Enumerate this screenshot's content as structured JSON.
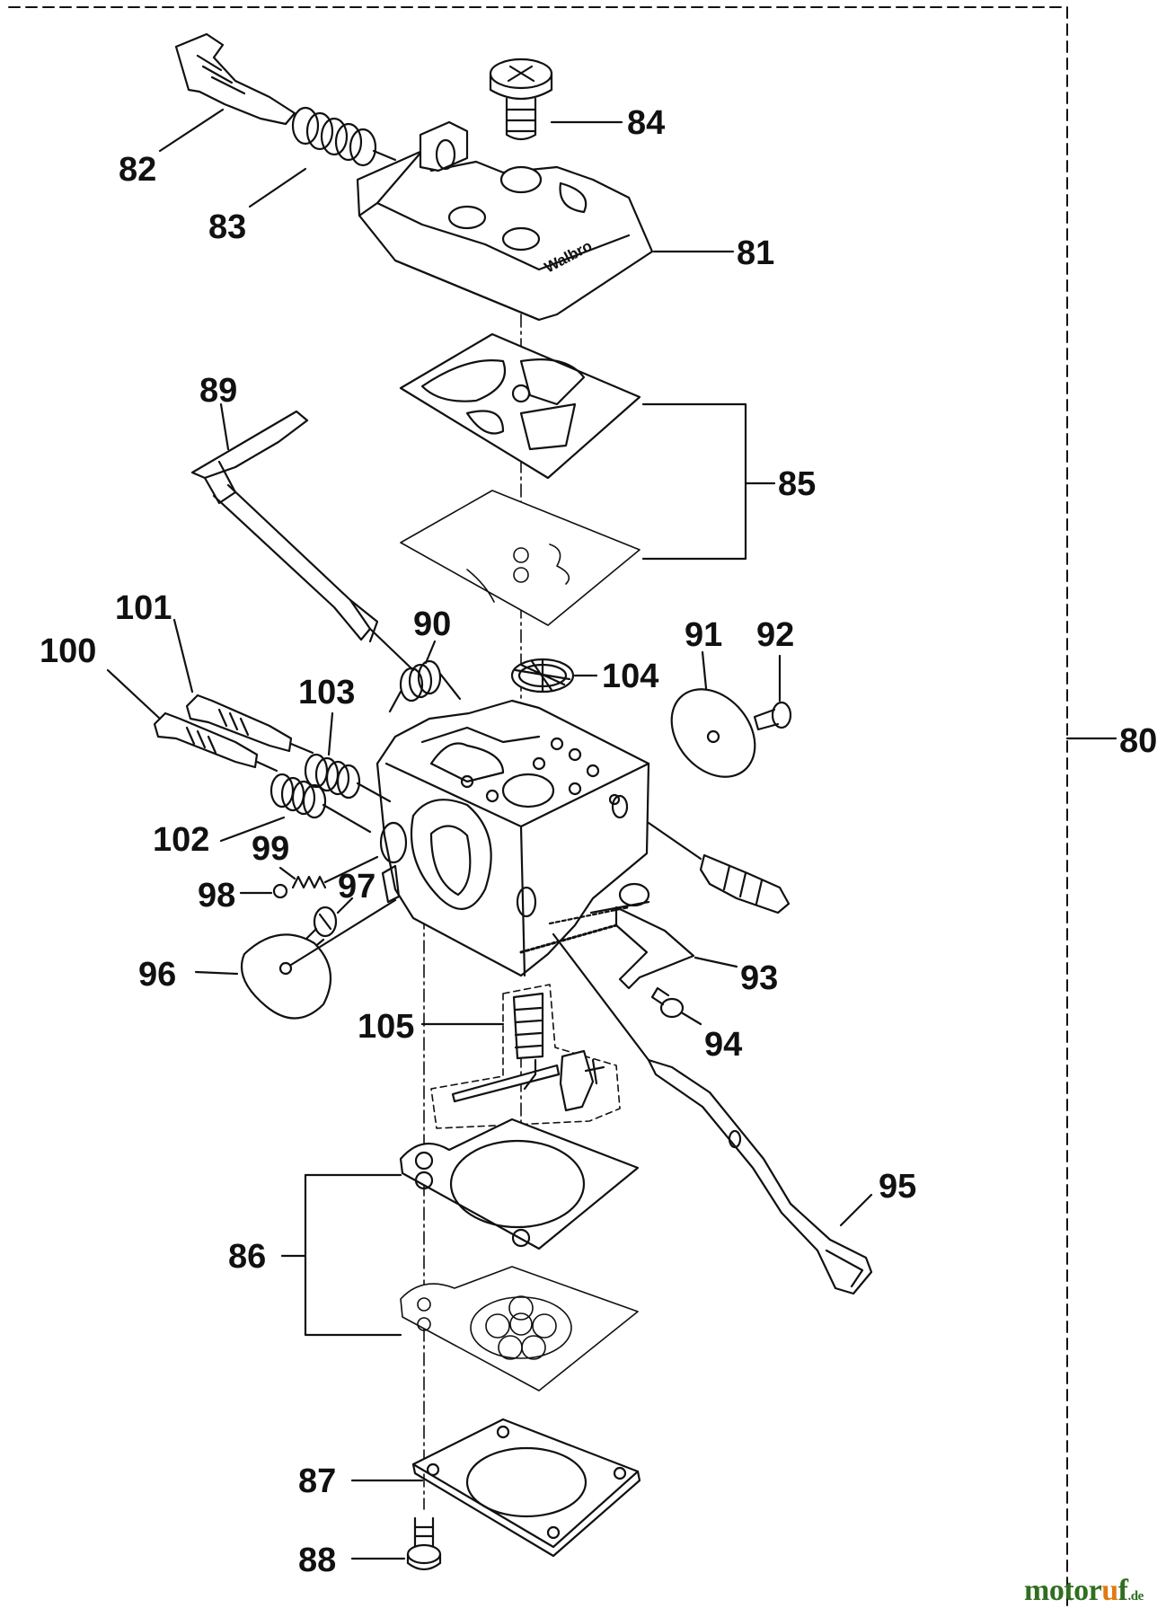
{
  "diagram": {
    "brand_on_cover": "Walbro",
    "watermark": {
      "main": "motor",
      "accent": "u",
      "rest": "f",
      "tld": ".de"
    },
    "colors": {
      "line": "#111111",
      "watermark_green": "#2f6f1f",
      "watermark_orange": "#e07a12"
    },
    "parts": [
      {
        "id": "p80",
        "label": "80"
      },
      {
        "id": "p81",
        "label": "81"
      },
      {
        "id": "p82",
        "label": "82"
      },
      {
        "id": "p83",
        "label": "83"
      },
      {
        "id": "p84",
        "label": "84"
      },
      {
        "id": "p85",
        "label": "85"
      },
      {
        "id": "p86",
        "label": "86"
      },
      {
        "id": "p87",
        "label": "87"
      },
      {
        "id": "p88",
        "label": "88"
      },
      {
        "id": "p89",
        "label": "89"
      },
      {
        "id": "p90",
        "label": "90"
      },
      {
        "id": "p91",
        "label": "91"
      },
      {
        "id": "p92",
        "label": "92"
      },
      {
        "id": "p93",
        "label": "93"
      },
      {
        "id": "p94",
        "label": "94"
      },
      {
        "id": "p95",
        "label": "95"
      },
      {
        "id": "p96",
        "label": "96"
      },
      {
        "id": "p97",
        "label": "97"
      },
      {
        "id": "p98",
        "label": "98"
      },
      {
        "id": "p99",
        "label": "99"
      },
      {
        "id": "p100",
        "label": "100"
      },
      {
        "id": "p101",
        "label": "101"
      },
      {
        "id": "p102",
        "label": "102"
      },
      {
        "id": "p103",
        "label": "103"
      },
      {
        "id": "p104",
        "label": "104"
      },
      {
        "id": "p105",
        "label": "105"
      }
    ]
  }
}
